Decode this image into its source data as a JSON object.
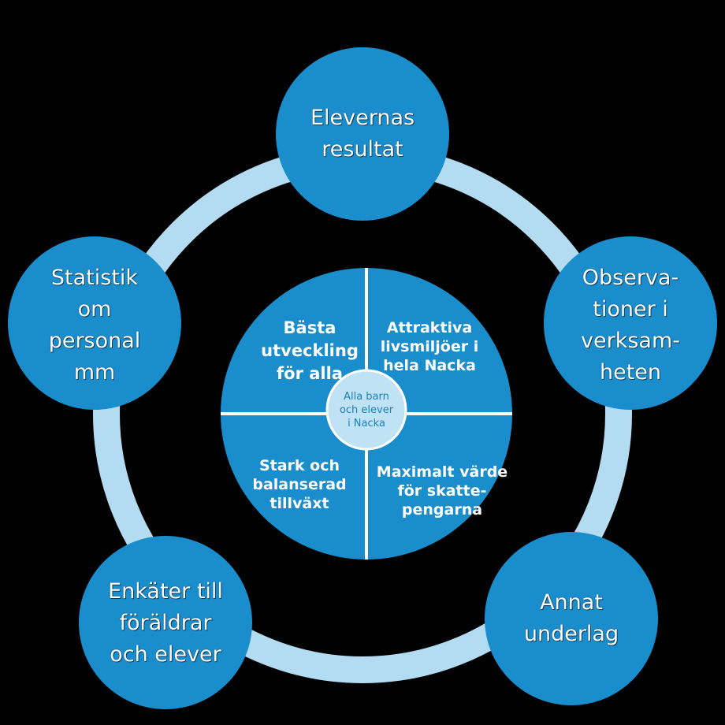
{
  "colors": {
    "background": "#000000",
    "ring": "#b3dcf2",
    "outer_circle": "#1a8dcc",
    "inner_quadrant": "#1a8dcc",
    "quadrant_divider": "#ffffff",
    "center_circle": "#bfe3f5",
    "center_text": "#1a7fbf"
  },
  "outer_nodes": [
    {
      "label": "Elevernas\nresultat"
    },
    {
      "label": "Observa-\ntioner i\nverksam-\nheten"
    },
    {
      "label": "Annat\nunderlag"
    },
    {
      "label": "Enkäter till\nföräldrar\noch elever"
    },
    {
      "label": "Statistik\nom\npersonal\nmm"
    }
  ],
  "inner_quadrants": [
    {
      "label": "Bästa\nutveckling\nför alla"
    },
    {
      "label": "Attraktiva\nlivsmiljöer i\nhela Nacka"
    },
    {
      "label": "Stark och\nbalanserad\ntillväxt"
    },
    {
      "label": "Maximalt värde\nför skatte-\npengarna"
    }
  ],
  "center": {
    "label": "Alla barn\noch elever\ni Nacka"
  }
}
